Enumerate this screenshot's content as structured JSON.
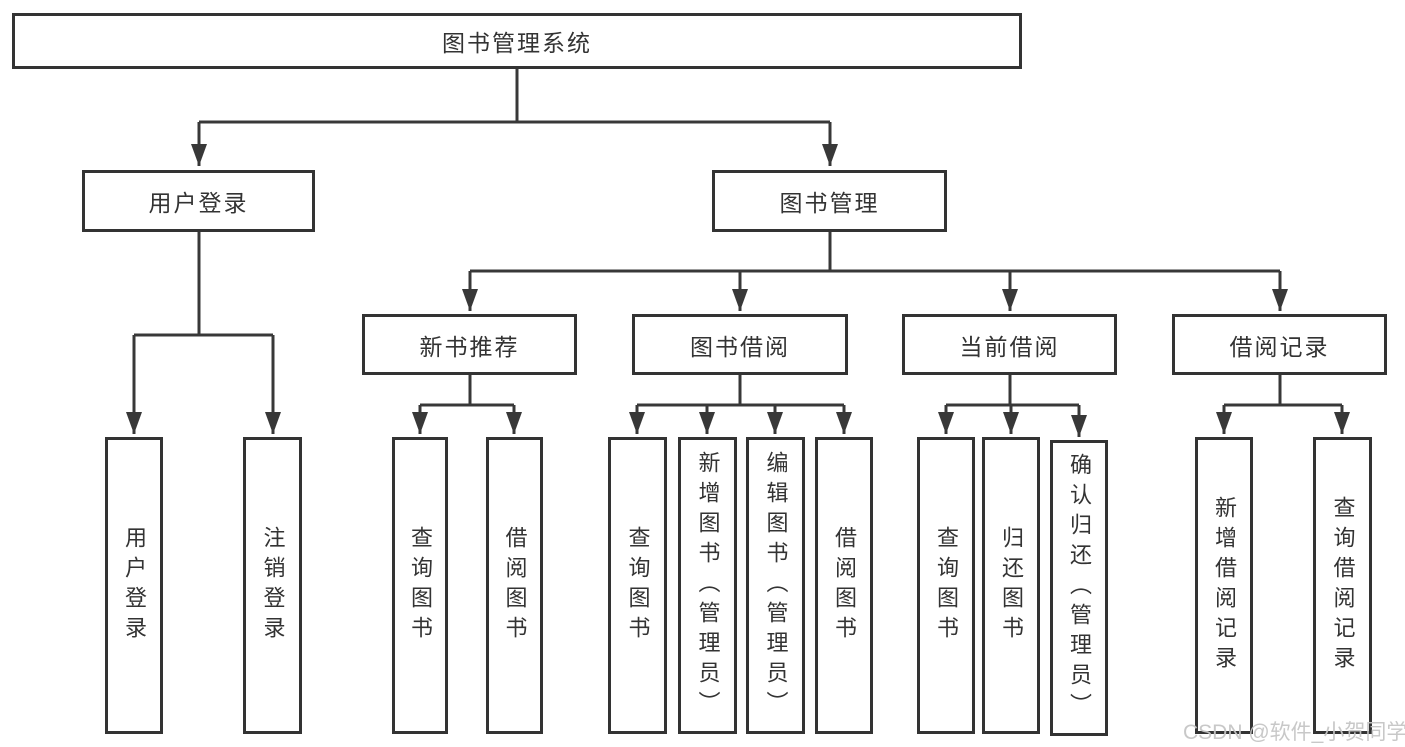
{
  "tree": {
    "root": "图书管理系统",
    "userLogin": {
      "label": "用户登录",
      "children": [
        "用户登录",
        "注销登录"
      ]
    },
    "bookMgmt": {
      "label": "图书管理",
      "sections": [
        {
          "label": "新书推荐",
          "children": [
            "查询图书",
            "借阅图书"
          ]
        },
        {
          "label": "图书借阅",
          "children": [
            "查询图书",
            "新增图书（管理员）",
            "编辑图书（管理员）",
            "借阅图书"
          ]
        },
        {
          "label": "当前借阅",
          "children": [
            "查询图书",
            "归还图书",
            "确认归还（管理员）"
          ]
        },
        {
          "label": "借阅记录",
          "children": [
            "新增借阅记录",
            "查询借阅记录"
          ]
        }
      ]
    }
  },
  "watermark": "CSDN @软件_小贺同学",
  "colors": {
    "line": "#383838",
    "border": "#333333",
    "text": "#333333",
    "watermark": "#c5c5c5",
    "background": "#ffffff"
  }
}
